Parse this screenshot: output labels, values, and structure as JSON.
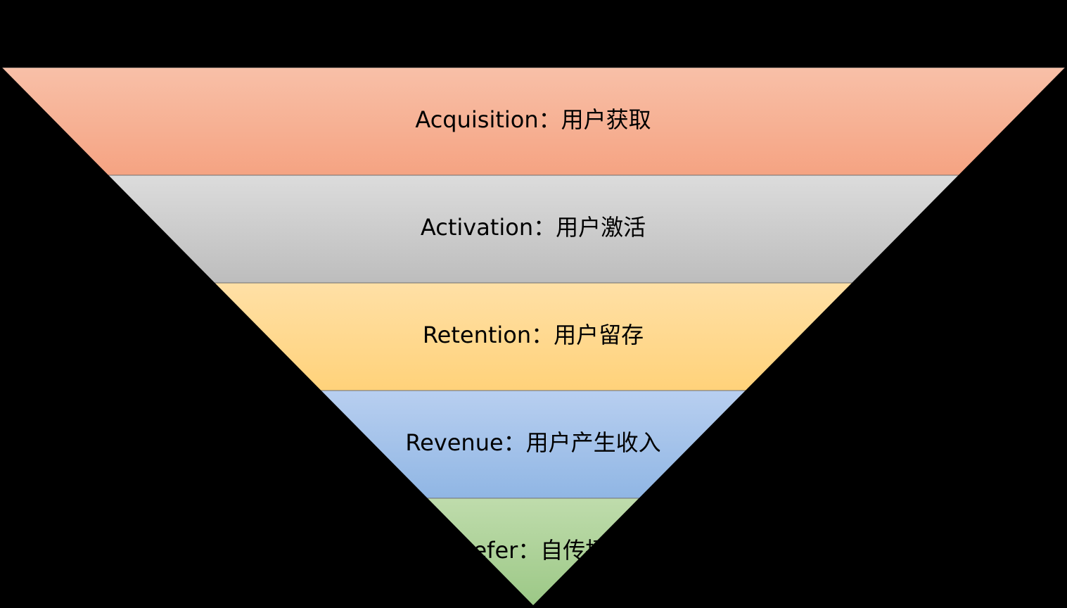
{
  "funnel": {
    "stages": [
      {
        "label": "Acquisition：用户获取",
        "color_top": "#f8c0a8",
        "color_bottom": "#f5a382"
      },
      {
        "label": "Activation：用户激活",
        "color_top": "#dcdcdc",
        "color_bottom": "#bdbdbd"
      },
      {
        "label": "Retention：用户留存",
        "color_top": "#ffe0a6",
        "color_bottom": "#ffd27a"
      },
      {
        "label": "Revenue：用户产生收入",
        "color_top": "#b8cff0",
        "color_bottom": "#90b6e4"
      },
      {
        "label": "Refer：自传播",
        "color_top": "#bfdcac",
        "color_bottom": "#9cc886"
      }
    ],
    "edge_color": "#6f6f6f"
  }
}
